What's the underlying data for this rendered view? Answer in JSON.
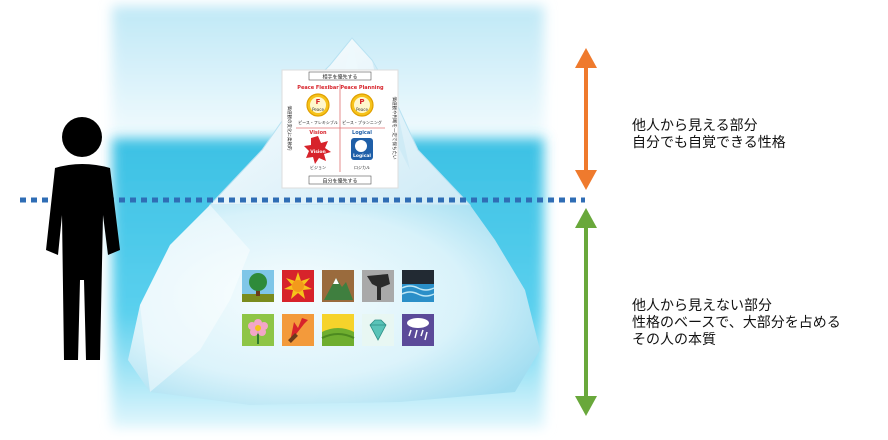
{
  "labels": {
    "visible_line1": "他人から見える部分",
    "visible_line2": "自分でも自覚できる性格",
    "hidden_line1": "他人から見えない部分",
    "hidden_line2": "性格のベースで、大部分を占める",
    "hidden_line3": "その人の本質"
  },
  "matrix": {
    "top_label": "相手を優先する",
    "bottom_label": "自分を優先する",
    "left_label": "価値観の変化に柔軟的",
    "right_label": "価値観や判断を一定で保ちたい",
    "quadrants": [
      {
        "title": "Peace Flexibar",
        "letter": "F",
        "badge": "Peace",
        "caption": "ピース・フレキシブル"
      },
      {
        "title": "Peace Planning",
        "letter": "P",
        "badge": "Peace",
        "caption": "ピース・プランニング"
      },
      {
        "title": "Vision",
        "badge": "Vision",
        "caption": "ビジョン"
      },
      {
        "title": "Logical",
        "badge": "Logical",
        "caption": "ロジカル"
      }
    ]
  },
  "tiles": [
    {
      "name": "tree-tile-icon"
    },
    {
      "name": "sun-tile-icon"
    },
    {
      "name": "mountain-tile-icon"
    },
    {
      "name": "rock-tile-icon"
    },
    {
      "name": "sea-tile-icon"
    },
    {
      "name": "flower-tile-icon"
    },
    {
      "name": "fire-tile-icon"
    },
    {
      "name": "field-tile-icon"
    },
    {
      "name": "diamond-tile-icon"
    },
    {
      "name": "rain-tile-icon"
    }
  ],
  "colors": {
    "sky": "#dff3fb",
    "sea": "#33b8de",
    "dotted_line": "#2f6db5",
    "arrow_top": "#ef7a2d",
    "arrow_bottom": "#69a83b",
    "person": "#000000",
    "accent_red": "#d7232b",
    "accent_blue": "#1f5fa8",
    "accent_yellow": "#f6c31b"
  }
}
